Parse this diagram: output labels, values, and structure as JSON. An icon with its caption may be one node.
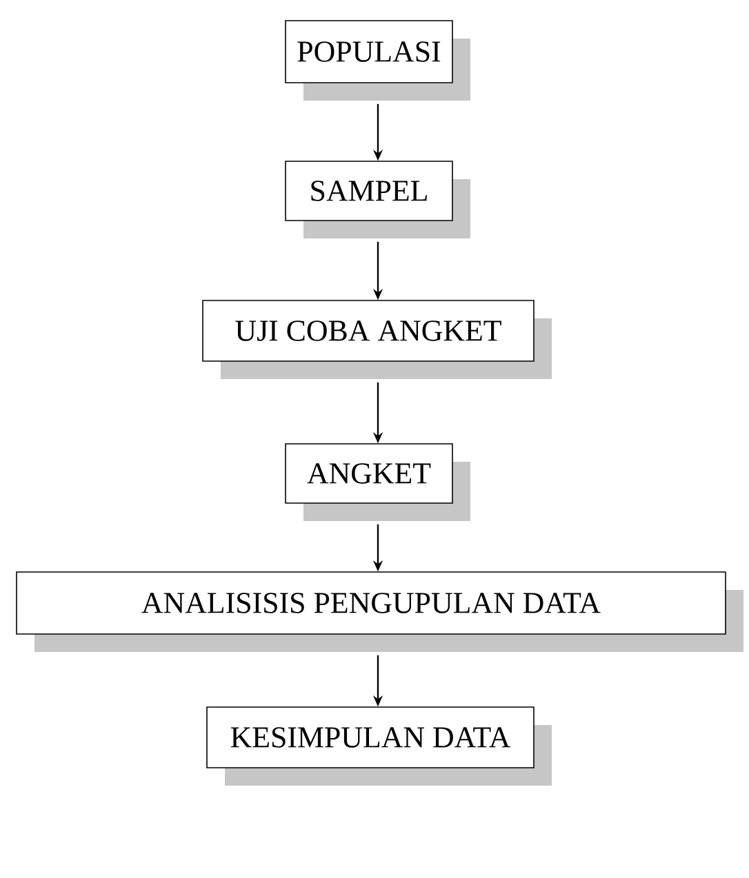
{
  "diagram": {
    "nodes": [
      {
        "text": [
          "POPULASI"
        ]
      },
      {
        "text": [
          "SAMPEL"
        ]
      },
      {
        "text": [
          "UJI COBA ANGKET"
        ]
      },
      {
        "text": [
          "ANGKET"
        ]
      },
      {
        "text": [
          "ANALISISIS PENGUPULAN DATA"
        ]
      },
      {
        "text": [
          "KESIMPULAN DATA"
        ]
      }
    ],
    "edges": [
      {
        "from": 0,
        "to": 1,
        "arrow": "to"
      },
      {
        "from": 1,
        "to": 2,
        "arrow": "to"
      },
      {
        "from": 2,
        "to": 3,
        "arrow": "to"
      },
      {
        "from": 3,
        "to": 4,
        "arrow": "to"
      },
      {
        "from": 4,
        "to": 5,
        "arrow": "to"
      }
    ]
  }
}
